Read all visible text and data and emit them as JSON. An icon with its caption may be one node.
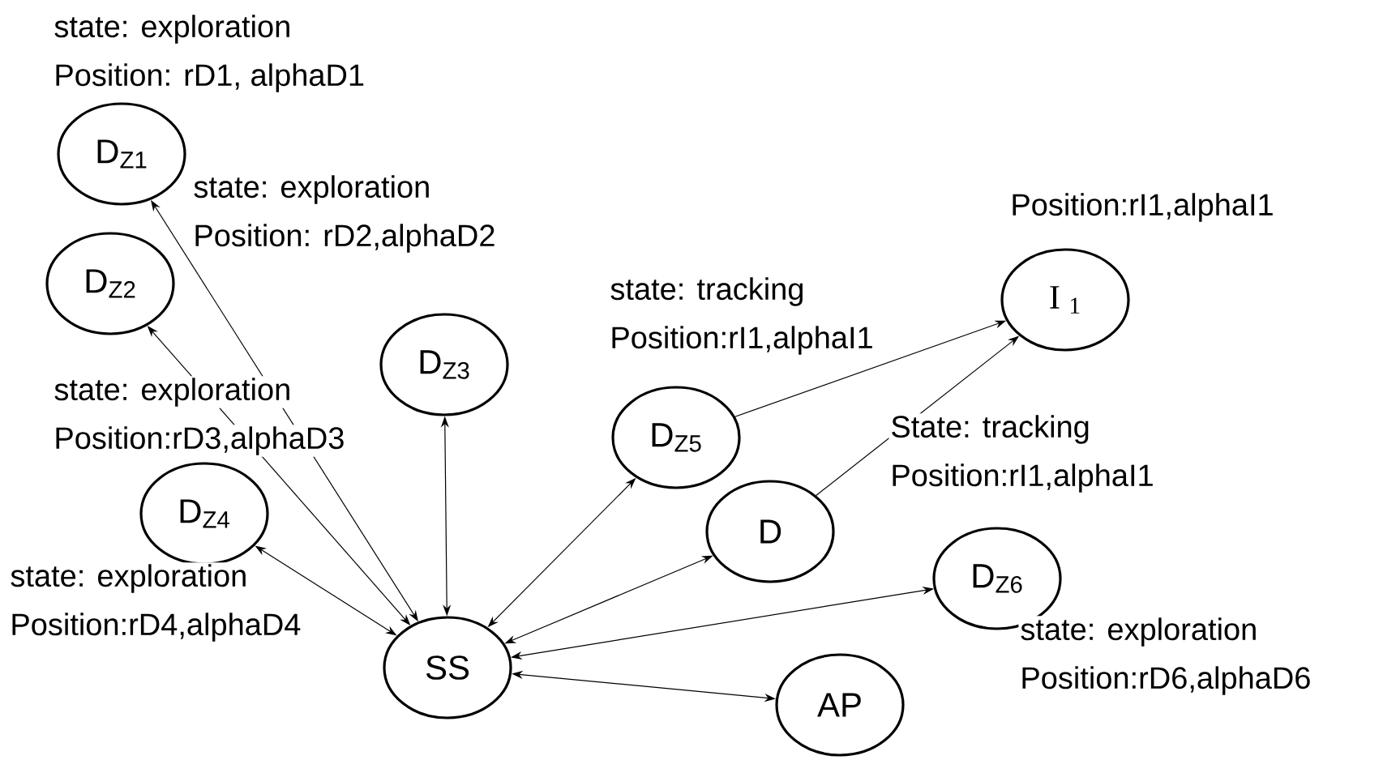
{
  "diagram": {
    "nodes": [
      {
        "text": [
          "D$_{Z1}$"
        ],
        "beside": [
          "state: exploration",
          "Position: rD1, alphaD1"
        ]
      },
      {
        "text": [
          "D$_{Z2}$"
        ],
        "beside": [
          "state: exploration",
          "Position: rD2,alphaD2"
        ]
      },
      {
        "text": [
          "D$_{Z3}$"
        ],
        "beside": [
          "state: exploration",
          "Position:rD3,alphaD3"
        ]
      },
      {
        "text": [
          "D$_{Z4}$"
        ],
        "beside": [
          "state: exploration",
          "Position:rD4,alphaD4"
        ]
      },
      {
        "text": [
          "SS"
        ]
      },
      {
        "text": [
          "D$_{Z5}$"
        ],
        "beside": [
          "state: tracking",
          "Position:rI1,alphaI1"
        ]
      },
      {
        "text": [
          "D"
        ],
        "beside": [
          "State: tracking",
          "Position:rI1,alphaI1"
        ]
      },
      {
        "text": [
          "I $_{1}$"
        ],
        "beside": [
          "Position:rI1,alphaI1"
        ]
      },
      {
        "text": [
          "D$_{Z6}$"
        ],
        "beside": [
          "state: exploration",
          "Position:rD6,alphaD6"
        ]
      },
      {
        "text": [
          "AP"
        ]
      }
    ],
    "edges": [
      {
        "from": 4,
        "to": 0,
        "arrow": "both"
      },
      {
        "from": 4,
        "to": 1,
        "arrow": "both"
      },
      {
        "from": 4,
        "to": 2,
        "arrow": "both"
      },
      {
        "from": 4,
        "to": 3,
        "arrow": "both"
      },
      {
        "from": 4,
        "to": 5,
        "arrow": "both"
      },
      {
        "from": 4,
        "to": 6,
        "arrow": "both"
      },
      {
        "from": 4,
        "to": 8,
        "arrow": "both"
      },
      {
        "from": 4,
        "to": 9,
        "arrow": "both"
      },
      {
        "from": 5,
        "to": 7,
        "arrow": "to"
      },
      {
        "from": 6,
        "to": 7,
        "arrow": "to"
      }
    ]
  }
}
